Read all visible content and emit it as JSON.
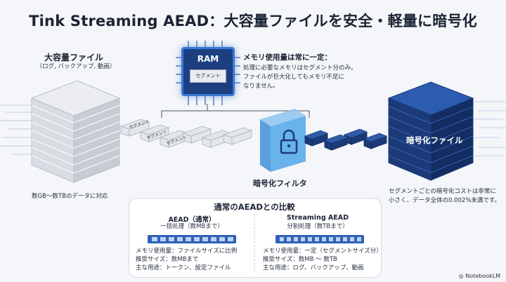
{
  "title": "Tink Streaming AEAD：大容量ファイルを安全・軽量に暗号化",
  "large_file": {
    "title": "大容量ファイル",
    "subtitle": "（ログ, バックアップ, 動画）",
    "caption": "数GB～数TBのデータに対応"
  },
  "ram": {
    "label": "RAM",
    "segment_label": "セグメント"
  },
  "memory_note": {
    "title": "メモリ使用量は常に一定：",
    "line1": "処理に必要なメモリはセグメント分のみ。",
    "line2": "ファイルが巨大化してもメモリ不足に",
    "line3": "なりません。"
  },
  "segments": [
    "セグメント",
    "セグメント",
    "セグメント"
  ],
  "filter": {
    "label": "暗号化フィルタ"
  },
  "encrypted_file": {
    "label": "暗号化ファイル",
    "caption_line1": "セグメントごとの暗号化コストは非常に",
    "caption_line2": "小さく、データ全体の0.002%未満です。"
  },
  "comparison": {
    "title": "通常のAEADとの比較",
    "left": {
      "heading": "AEAD（通常）",
      "subheading": "一括処理（数MBまで）",
      "lines": [
        "メモリ使用量：ファイルサイズに比例",
        "推奨サイズ：数MBまで",
        "主な用途：トークン、設定ファイル"
      ]
    },
    "right": {
      "heading": "Streaming AEAD",
      "subheading": "分割処理（数TBまで）",
      "lines": [
        "メモリ使用量：一定（セグメントサイズ分）",
        "推奨サイズ：数MB ～ 数TB",
        "主な用途：ログ、バックアップ、動画"
      ]
    }
  },
  "footer": {
    "brand": "NotebookLM"
  },
  "colors": {
    "dark_blue": "#1d3f82",
    "accent_blue": "#3a78d4",
    "navy_block": "#1c3a78",
    "gray_block": "#d9dde3"
  }
}
